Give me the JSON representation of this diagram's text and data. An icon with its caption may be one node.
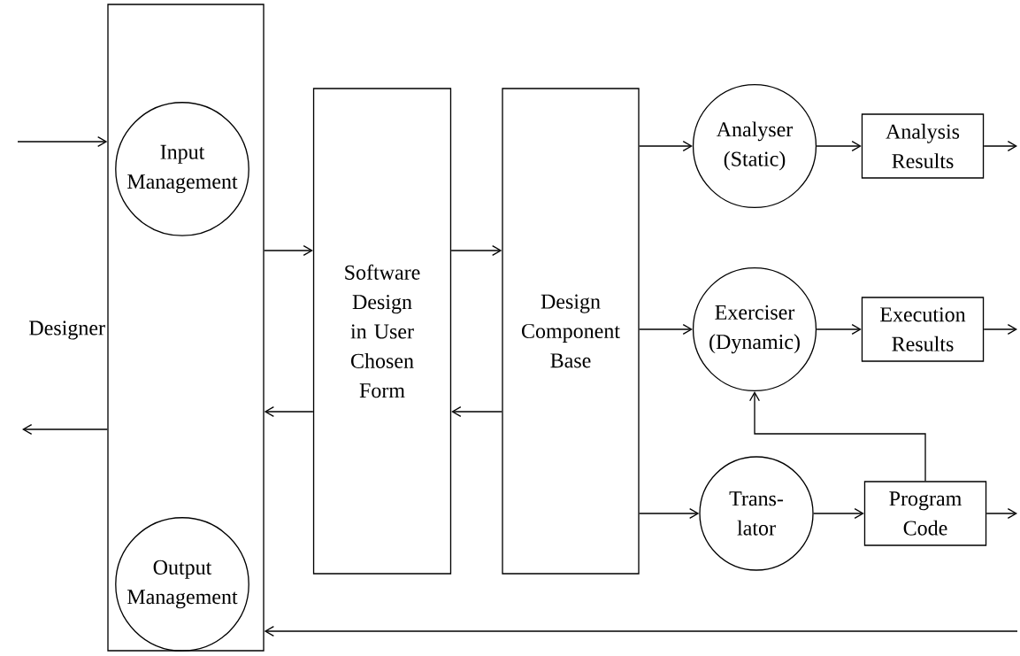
{
  "diagram": {
    "nodes": [
      {
        "text": [],
        "shape": "box"
      },
      {
        "text": [
          "Input Management"
        ],
        "in": 0
      },
      {
        "text": [
          "Output Management"
        ],
        "in": 0
      },
      {
        "text": [
          "Software Design in User Chosen Form"
        ]
      },
      {
        "text": [
          "Design Component Base"
        ]
      },
      {
        "text": [
          "Analyser (Static)"
        ]
      },
      {
        "text": [
          "Exerciser (Dynamic)"
        ]
      },
      {
        "text": [
          "Trans- lator"
        ]
      },
      {
        "text": [
          "Analysis Results"
        ]
      },
      {
        "text": [
          "Execution Results"
        ]
      },
      {
        "text": [
          "Program Code"
        ]
      }
    ],
    "edges": [
      {
        "from": null,
        "to": 0,
        "arrow": "to"
      },
      {
        "from": 0,
        "to": null,
        "arrow": "to"
      },
      {
        "from": 0,
        "to": 3,
        "arrow": "to"
      },
      {
        "from": 3,
        "to": 0,
        "arrow": "to"
      },
      {
        "from": 3,
        "to": 4,
        "arrow": "to"
      },
      {
        "from": 4,
        "to": 3,
        "arrow": "to"
      },
      {
        "from": 4,
        "to": 5,
        "arrow": "to"
      },
      {
        "from": 4,
        "to": 6,
        "arrow": "to"
      },
      {
        "from": 4,
        "to": 7,
        "arrow": "to"
      },
      {
        "from": 5,
        "to": 8,
        "arrow": "to"
      },
      {
        "from": 6,
        "to": 9,
        "arrow": "to"
      },
      {
        "from": 7,
        "to": 10,
        "arrow": "to"
      },
      {
        "from": 10,
        "to": 6,
        "arrow": "to"
      },
      {
        "from": 8,
        "to": null,
        "arrow": "to"
      },
      {
        "from": 9,
        "to": null,
        "arrow": "to"
      },
      {
        "from": 10,
        "to": null,
        "arrow": "to"
      },
      {
        "from": null,
        "to": 0,
        "arrow": "to"
      }
    ],
    "labels": [
      "Designer"
    ]
  }
}
